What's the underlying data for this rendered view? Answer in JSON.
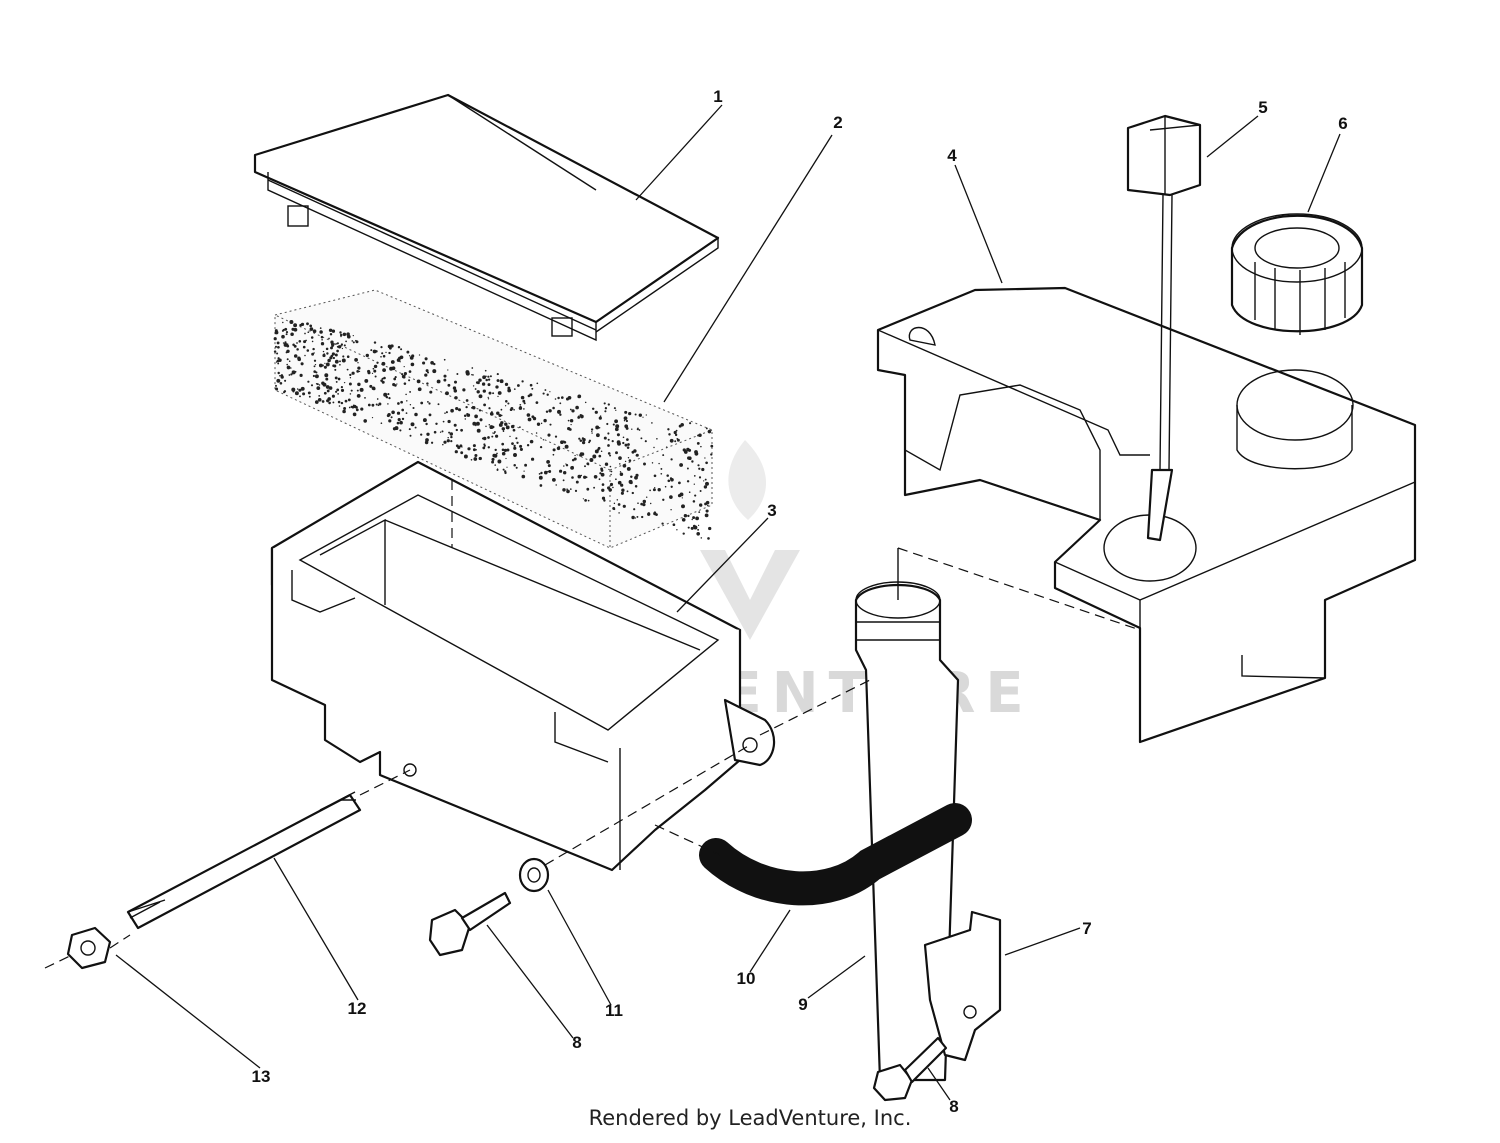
{
  "diagram": {
    "callouts": [
      {
        "id": "c1",
        "label": "1"
      },
      {
        "id": "c2",
        "label": "2"
      },
      {
        "id": "c3",
        "label": "3"
      },
      {
        "id": "c4",
        "label": "4"
      },
      {
        "id": "c5",
        "label": "5"
      },
      {
        "id": "c6",
        "label": "6"
      },
      {
        "id": "c7",
        "label": "7"
      },
      {
        "id": "c8a",
        "label": "8"
      },
      {
        "id": "c8b",
        "label": "8"
      },
      {
        "id": "c9",
        "label": "9"
      },
      {
        "id": "c10",
        "label": "10"
      },
      {
        "id": "c11",
        "label": "11"
      },
      {
        "id": "c12",
        "label": "12"
      },
      {
        "id": "c13",
        "label": "13"
      }
    ]
  },
  "watermark": {
    "text": "LEADVENTURE"
  },
  "footer": {
    "credit": "Rendered by LeadVenture, Inc."
  }
}
